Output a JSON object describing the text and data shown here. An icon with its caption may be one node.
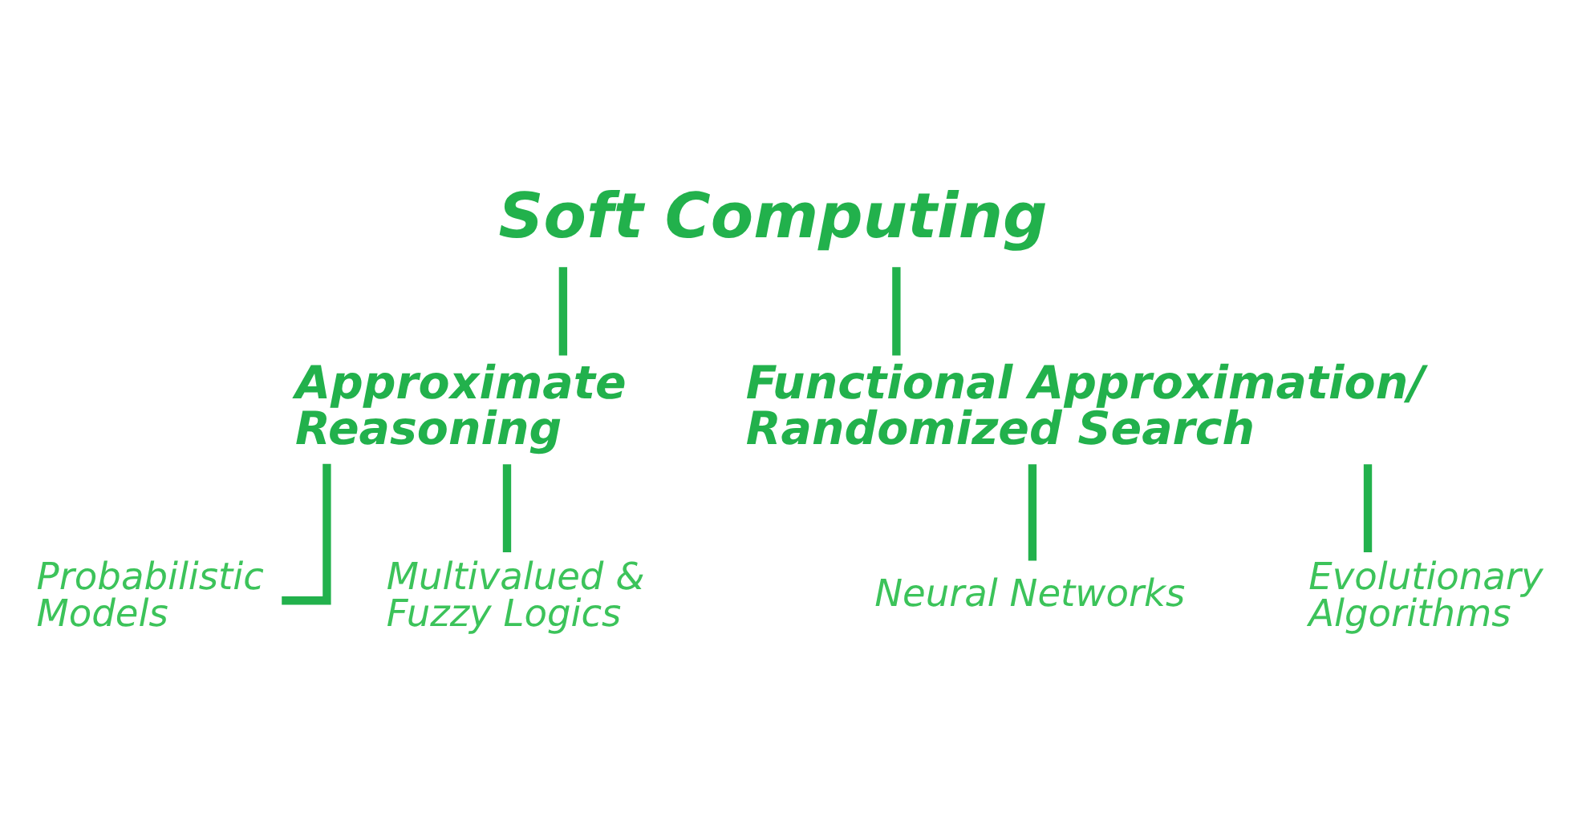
{
  "diagram": {
    "nodes": [
      {
        "text": [
          "Soft Computing"
        ]
      },
      {
        "text": [
          "Approximate Reasoning"
        ]
      },
      {
        "text": [
          "Functional Approximation/ Randomized Search"
        ]
      },
      {
        "text": [
          "Probabilistic Models"
        ]
      },
      {
        "text": [
          "Multivalued & Fuzzy Logics"
        ]
      },
      {
        "text": [
          "Neural Networks"
        ]
      },
      {
        "text": [
          "Evolutionary Algorithms"
        ]
      }
    ],
    "edges": [
      {
        "from": 0,
        "to": 1,
        "arrow": "none"
      },
      {
        "from": 0,
        "to": 2,
        "arrow": "none"
      },
      {
        "from": 1,
        "to": 3,
        "arrow": "none"
      },
      {
        "from": 1,
        "to": 4,
        "arrow": "none"
      },
      {
        "from": 2,
        "to": 5,
        "arrow": "none"
      },
      {
        "from": 2,
        "to": 6,
        "arrow": "none"
      }
    ]
  }
}
